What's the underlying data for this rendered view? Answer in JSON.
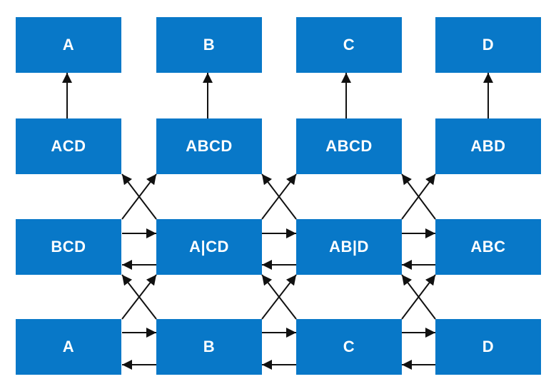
{
  "diagram": {
    "colors": {
      "box_fill": "#0878c8",
      "box_text": "#ffffff",
      "arrow": "#111111",
      "background": "#ffffff"
    },
    "rows": {
      "top": [
        "A",
        "B",
        "C",
        "D"
      ],
      "second": [
        "ACD",
        "ABCD",
        "ABCD",
        "ABD"
      ],
      "third": [
        "BCD",
        "A|CD",
        "AB|D",
        "ABC"
      ],
      "bottom": [
        "A",
        "B",
        "C",
        "D"
      ]
    }
  }
}
